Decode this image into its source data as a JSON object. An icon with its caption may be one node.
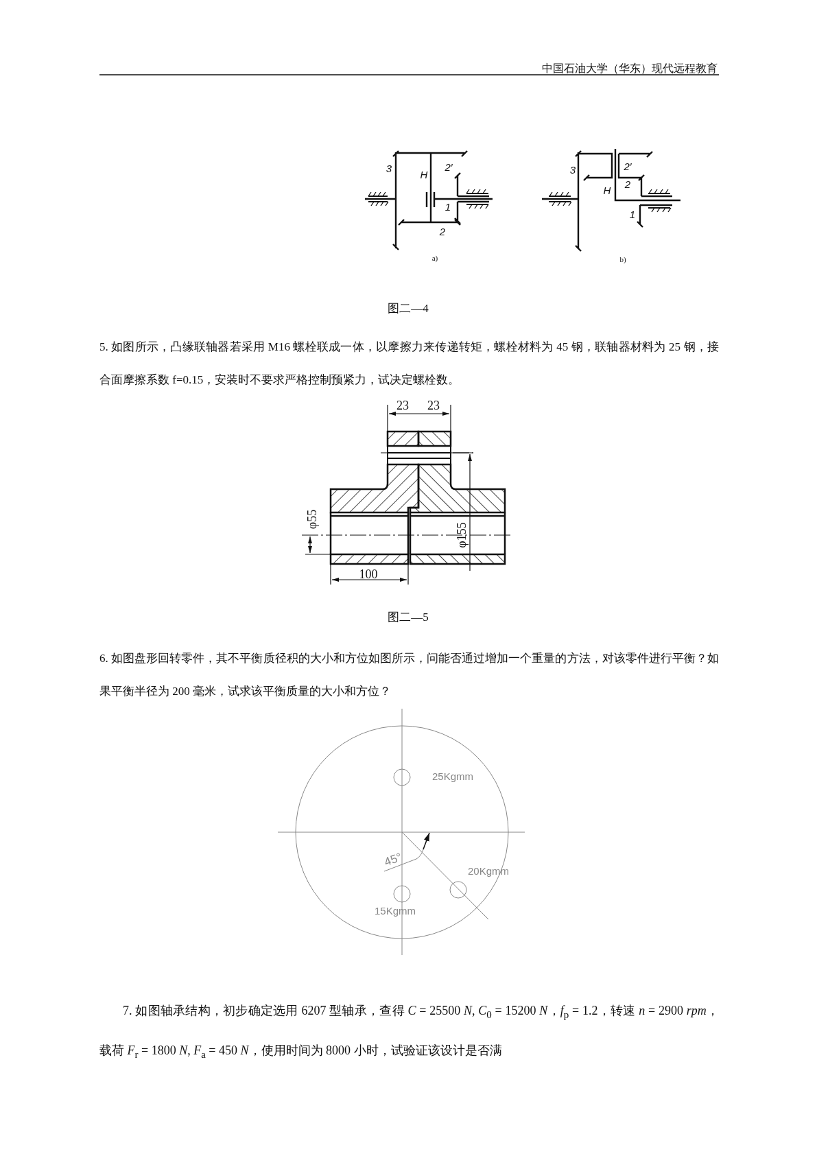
{
  "diagram": {
    "labels": [
      "中国石油大学（华东）现代远程教育",
      "3",
      "H",
      "2′",
      "1",
      "2",
      "a)",
      "3",
      "2′",
      "2",
      "H",
      "1",
      "b)",
      "图二—4",
      "5. 如图所示，凸缘联轴器若采用 M16 螺栓联成一体，以摩擦力来传递转矩，螺栓材料为 45 钢，联轴器材料为 25 钢，接合面摩擦系数 f=0.15，安装时不要求严格控制预紧力，试决定螺栓数。",
      "23",
      "23",
      "φ55",
      "φ155",
      "100",
      "图二—5",
      "6. 如图盘形回转零件，其不平衡质径积的大小和方位如图所示，问能否通过增加一个重量的方法，对该零件进行平衡？如果平衡半径为 200 毫米，试求该平衡质量的大小和方位？",
      "25Kgmm",
      "45°",
      "20Kgmm",
      "15Kgmm",
      "7. 如图轴承结构，初步确定选用 6207 型轴承，查得 *C* = 25500 *N*, *C*$_{0}$ = 15200 *N*，*f*$_{p}$ = 1.2，转速 *n* = 2900 *rpm*，载荷 *F*$_{r}$ = 1800 *N*, *F*$_{a}$ = 450 *N*，使用时间为 8000 小时，试验证该设计是否满"
    ]
  }
}
